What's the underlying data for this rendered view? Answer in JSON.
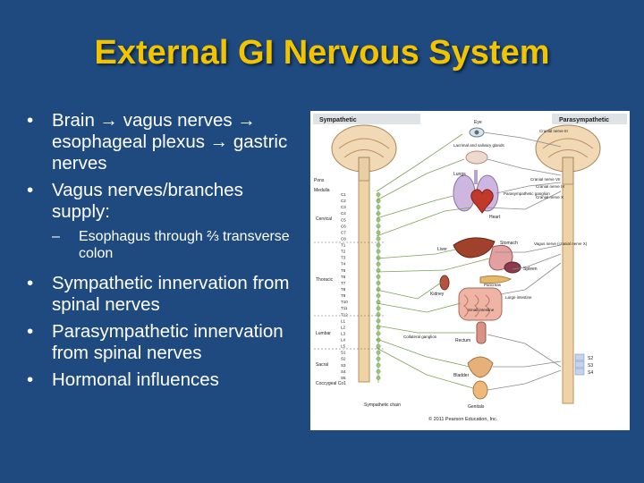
{
  "title": "External GI Nervous System",
  "bullets": [
    "Brain → vagus nerves → esophageal plexus → gastric nerves",
    "Vagus nerves/branches supply:",
    "Sympathetic innervation from spinal nerves",
    "Parasympathetic innervation from spinal nerves",
    "Hormonal influences"
  ],
  "sub_bullet": "Esophagus through ⅔ transverse colon",
  "bullet_marker": "•",
  "sub_marker": "–",
  "figure": {
    "sympathetic": "Sympathetic",
    "parasympathetic": "Parasympathetic",
    "pons": "Pons",
    "medulla": "Medulla",
    "cervical": "Cervical",
    "thoracic": "Thoracic",
    "lumbar": "Lumbar",
    "sacral": "Sacral",
    "coccygeal": "Coccygeal Co1",
    "sym_chain": "Sympathetic chain",
    "segments_c": [
      "C1",
      "C2",
      "C3",
      "C4",
      "C5",
      "C6",
      "C7",
      "C8"
    ],
    "segments_t": [
      "T1",
      "T2",
      "T3",
      "T4",
      "T5",
      "T6",
      "T7",
      "T8",
      "T9",
      "T10",
      "T11",
      "T12"
    ],
    "segments_l": [
      "L1",
      "L2",
      "L3",
      "L4",
      "L5"
    ],
    "segments_s": [
      "S1",
      "S2",
      "S3",
      "S4",
      "S5"
    ],
    "organs": {
      "eye": "Eye",
      "lacrimal": "Lacrimal and salivary glands",
      "lungs": "Lungs",
      "heart": "Heart",
      "liver": "Liver",
      "stomach": "Stomach",
      "spleen": "Spleen",
      "pancreas": "Pancreas",
      "kidney": "Kidney",
      "large_intestine": "Large intestine",
      "small_intestine": "Small intestine",
      "rectum": "Rectum",
      "bladder": "Bladder",
      "genitals": "Genitals",
      "collateral": "Collateral ganglion"
    },
    "cranial": {
      "n3": "Cranial nerve III",
      "n7": "Cranial nerve VII",
      "n9": "Cranial nerve IX",
      "n10": "Cranial nerve X",
      "vagus": "Vagus nerve (cranial nerve X)",
      "para_ganglion": "Parasympathetic ganglion"
    },
    "para_sacral": [
      "S2",
      "S3",
      "S4"
    ],
    "copyright": "© 2011 Pearson Education, Inc."
  }
}
